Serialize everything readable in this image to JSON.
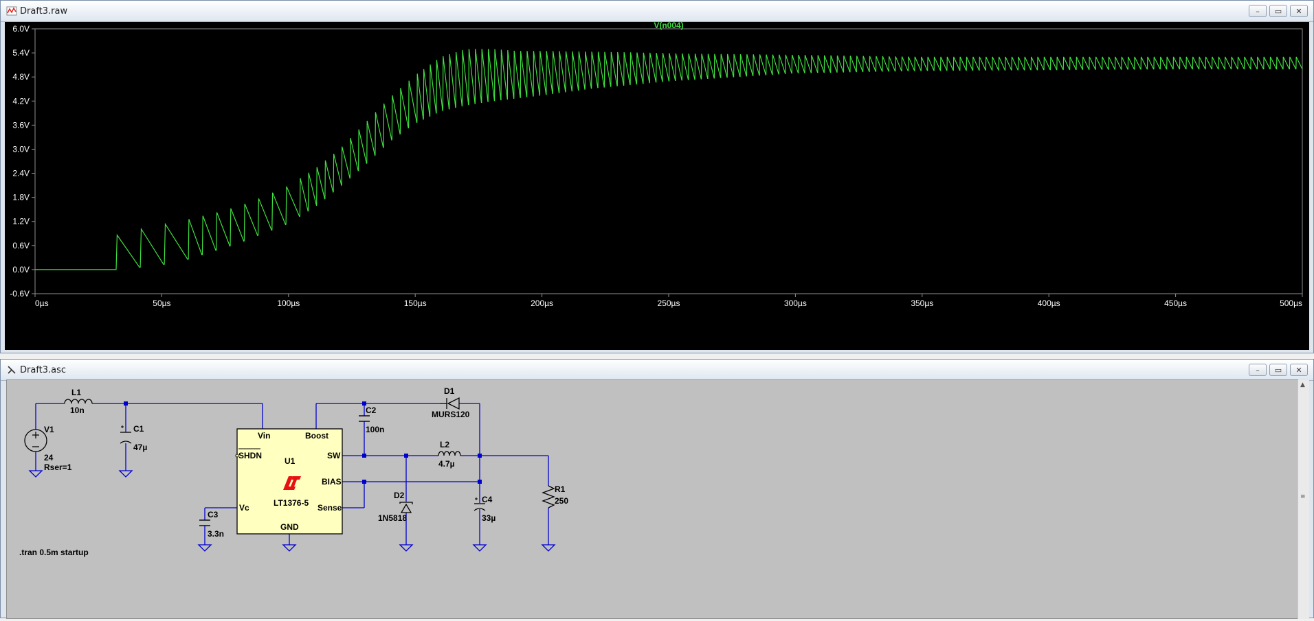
{
  "plot_window": {
    "title": "Draft3.raw",
    "trace_label": "V(n004)",
    "colors": {
      "background": "#000000",
      "trace": "#3fe03f",
      "grid": "#707070"
    }
  },
  "schematic_window": {
    "title": "Draft3.asc",
    "components": {
      "L1_name": "L1",
      "L1_value": "10n",
      "V1_name": "V1",
      "V1_value": "24",
      "V1_rser": "Rser=1",
      "C1_name": "C1",
      "C1_value": "47µ",
      "U1_name": "U1",
      "U1_part": "LT1376-5",
      "pin_vin": "Vin",
      "pin_boost": "Boost",
      "pin_shdn": "SHDN",
      "pin_sw": "SW",
      "pin_bias": "BIAS",
      "pin_vc": "Vc",
      "pin_sense": "Sense",
      "pin_gnd": "GND",
      "C2_name": "C2",
      "C2_value": "100n",
      "D1_name": "D1",
      "D1_value": "MURS120",
      "L2_name": "L2",
      "L2_value": "4.7µ",
      "D2_name": "D2",
      "D2_value": "1N5818",
      "C4_name": "C4",
      "C4_value": "33µ",
      "R1_name": "R1",
      "R1_value": "250",
      "C3_name": "C3",
      "C3_value": "3.3n"
    },
    "directive": ".tran 0.5m startup",
    "colors": {
      "wire": "#0000cc",
      "ic_fill": "#ffffc0",
      "logo": "#e81010"
    }
  },
  "window_controls": {
    "minimize": "–",
    "restore": "▭",
    "close": "✕"
  },
  "chart_data": {
    "type": "line",
    "title": "V(n004)",
    "xlabel": "",
    "ylabel": "",
    "x_ticks": [
      "0µs",
      "50µs",
      "100µs",
      "150µs",
      "200µs",
      "250µs",
      "300µs",
      "350µs",
      "400µs",
      "450µs",
      "500µs"
    ],
    "y_ticks": [
      "6.0V",
      "5.4V",
      "4.8V",
      "4.2V",
      "3.6V",
      "3.0V",
      "2.4V",
      "1.8V",
      "1.2V",
      "0.6V",
      "0.0V",
      "-0.6V"
    ],
    "xlim": [
      0,
      500
    ],
    "ylim": [
      -0.6,
      6.0
    ],
    "grid": false,
    "series": [
      {
        "name": "V(n004)",
        "envelope_upper": [
          [
            0,
            0
          ],
          [
            31.9,
            0
          ],
          [
            32,
            0.86
          ],
          [
            42,
            1.02
          ],
          [
            50,
            1.12
          ],
          [
            60,
            1.25
          ],
          [
            70,
            1.4
          ],
          [
            80,
            1.58
          ],
          [
            90,
            1.82
          ],
          [
            100,
            2.1
          ],
          [
            110,
            2.5
          ],
          [
            120,
            3.0
          ],
          [
            130,
            3.65
          ],
          [
            140,
            4.3
          ],
          [
            150,
            4.85
          ],
          [
            160,
            5.3
          ],
          [
            170,
            5.5
          ],
          [
            180,
            5.5
          ],
          [
            190,
            5.45
          ],
          [
            200,
            5.45
          ],
          [
            230,
            5.42
          ],
          [
            260,
            5.38
          ],
          [
            300,
            5.35
          ],
          [
            350,
            5.3
          ],
          [
            400,
            5.3
          ],
          [
            450,
            5.3
          ],
          [
            500,
            5.3
          ]
        ],
        "envelope_lower": [
          [
            0,
            0
          ],
          [
            32,
            0
          ],
          [
            40,
            0.05
          ],
          [
            50,
            0.12
          ],
          [
            60,
            0.25
          ],
          [
            70,
            0.45
          ],
          [
            80,
            0.65
          ],
          [
            90,
            0.9
          ],
          [
            100,
            1.15
          ],
          [
            110,
            1.55
          ],
          [
            120,
            2.05
          ],
          [
            130,
            2.6
          ],
          [
            140,
            3.2
          ],
          [
            150,
            3.65
          ],
          [
            160,
            3.95
          ],
          [
            170,
            4.1
          ],
          [
            180,
            4.2
          ],
          [
            200,
            4.35
          ],
          [
            220,
            4.52
          ],
          [
            250,
            4.7
          ],
          [
            280,
            4.82
          ],
          [
            300,
            4.9
          ],
          [
            350,
            4.96
          ],
          [
            400,
            4.98
          ],
          [
            450,
            5.0
          ],
          [
            500,
            5.0
          ]
        ]
      }
    ]
  }
}
